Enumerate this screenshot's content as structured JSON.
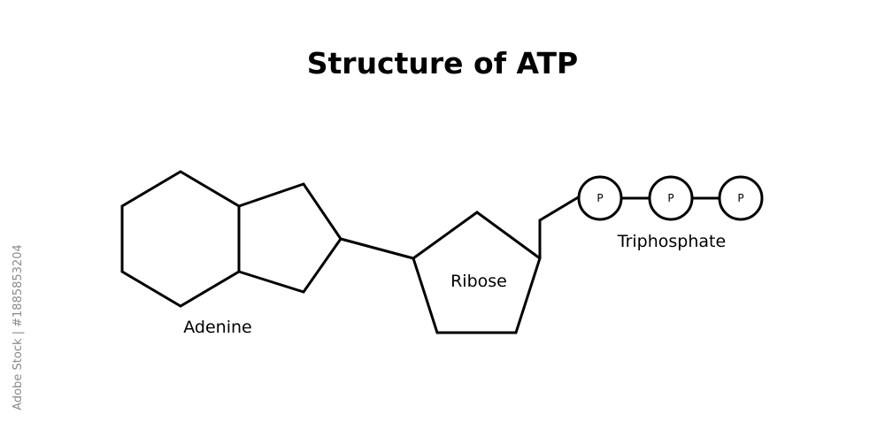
{
  "title": "Structure of ATP",
  "labels": {
    "adenine": "Adenine",
    "ribose": "Ribose",
    "triphosphate": "Triphosphate"
  },
  "phosphates": [
    "P",
    "P",
    "P"
  ],
  "watermark": "Adobe Stock | #1885853204",
  "colors": {
    "ink": "#000000",
    "background": "#ffffff"
  }
}
